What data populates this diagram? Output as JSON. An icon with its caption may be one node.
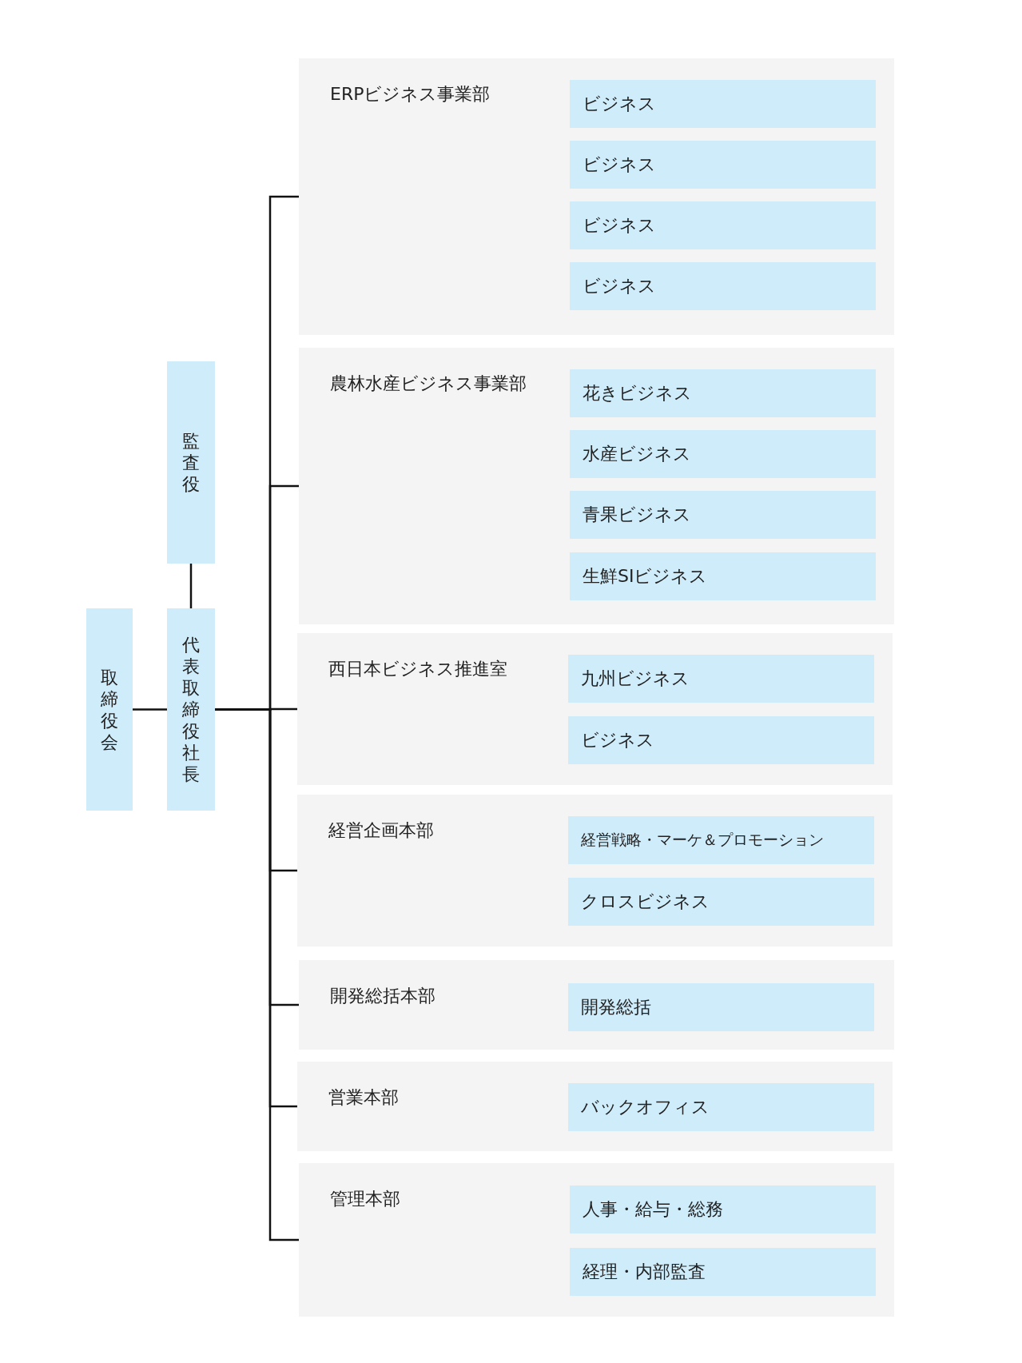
{
  "diagram": {
    "nodes": [
      {
        "text": [
          "取締役会"
        ]
      },
      {
        "text": [
          "監査役"
        ]
      },
      {
        "text": [
          "代表取締役社長"
        ]
      },
      {
        "text": [
          "ERPビジネス事業部"
        ]
      },
      {
        "text": [
          "ビジネス"
        ],
        "in": 3
      },
      {
        "text": [
          "ビジネス"
        ],
        "in": 3
      },
      {
        "text": [
          "ビジネス"
        ],
        "in": 3
      },
      {
        "text": [
          "ビジネス"
        ],
        "in": 3
      },
      {
        "text": [
          "農林水産ビジネス事業部"
        ]
      },
      {
        "text": [
          "花きビジネス"
        ],
        "in": 8
      },
      {
        "text": [
          "水産ビジネス"
        ],
        "in": 8
      },
      {
        "text": [
          "青果ビジネス"
        ],
        "in": 8
      },
      {
        "text": [
          "生鮮SIビジネス"
        ],
        "in": 8
      },
      {
        "text": [
          "西日本ビジネス推進室"
        ]
      },
      {
        "text": [
          "九州ビジネス"
        ],
        "in": 13
      },
      {
        "text": [
          "ビジネス"
        ],
        "in": 13
      },
      {
        "text": [
          "経営企画本部"
        ]
      },
      {
        "text": [
          "経営戦略・マーケ＆プロモーション"
        ],
        "in": 16
      },
      {
        "text": [
          "クロスビジネス"
        ],
        "in": 16
      },
      {
        "text": [
          "開発総括本部"
        ]
      },
      {
        "text": [
          "開発総括"
        ],
        "in": 19
      },
      {
        "text": [
          "営業本部"
        ]
      },
      {
        "text": [
          "バックオフィス"
        ],
        "in": 21
      },
      {
        "text": [
          "管理本部"
        ]
      },
      {
        "text": [
          "人事・給与・総務"
        ],
        "in": 23
      },
      {
        "text": [
          "経理・内部監査"
        ],
        "in": 23
      }
    ],
    "edges": [
      {
        "from": 0,
        "to": 2,
        "arrow": "none"
      },
      {
        "from": 1,
        "to": 2,
        "arrow": "none"
      },
      {
        "from": 2,
        "to": 3,
        "arrow": "none"
      },
      {
        "from": 2,
        "to": 8,
        "arrow": "none"
      },
      {
        "from": 2,
        "to": 13,
        "arrow": "none"
      },
      {
        "from": 2,
        "to": 16,
        "arrow": "none"
      },
      {
        "from": 2,
        "to": 19,
        "arrow": "none"
      },
      {
        "from": 2,
        "to": 21,
        "arrow": "none"
      },
      {
        "from": 2,
        "to": 23,
        "arrow": "none"
      }
    ]
  }
}
